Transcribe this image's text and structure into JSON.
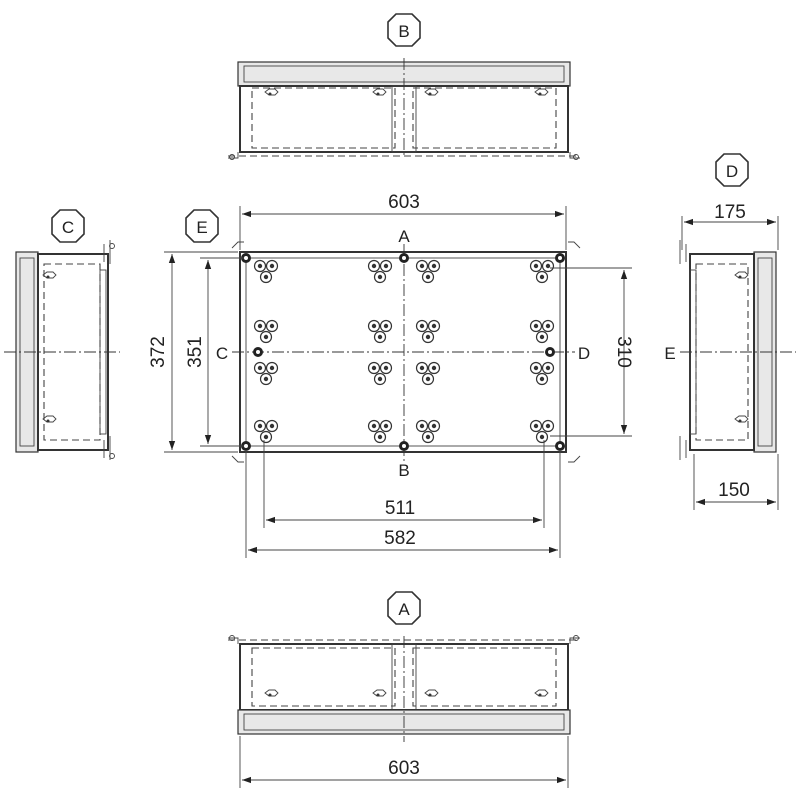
{
  "views": {
    "b": "B",
    "c": "C",
    "d": "D",
    "e": "E",
    "a": "A"
  },
  "section_marks": {
    "top": "A",
    "bottom": "B",
    "left": "C",
    "right": "D",
    "side": "E"
  },
  "dimensions": {
    "width_overall": "603",
    "height_overall": "372",
    "height_inner": "351",
    "height_mount": "310",
    "width_mount": "511",
    "width_inner": "582",
    "depth_overall": "175",
    "depth_body": "150",
    "width_bottom": "603"
  },
  "colors": {
    "line": "#333333",
    "background": "#ffffff"
  }
}
